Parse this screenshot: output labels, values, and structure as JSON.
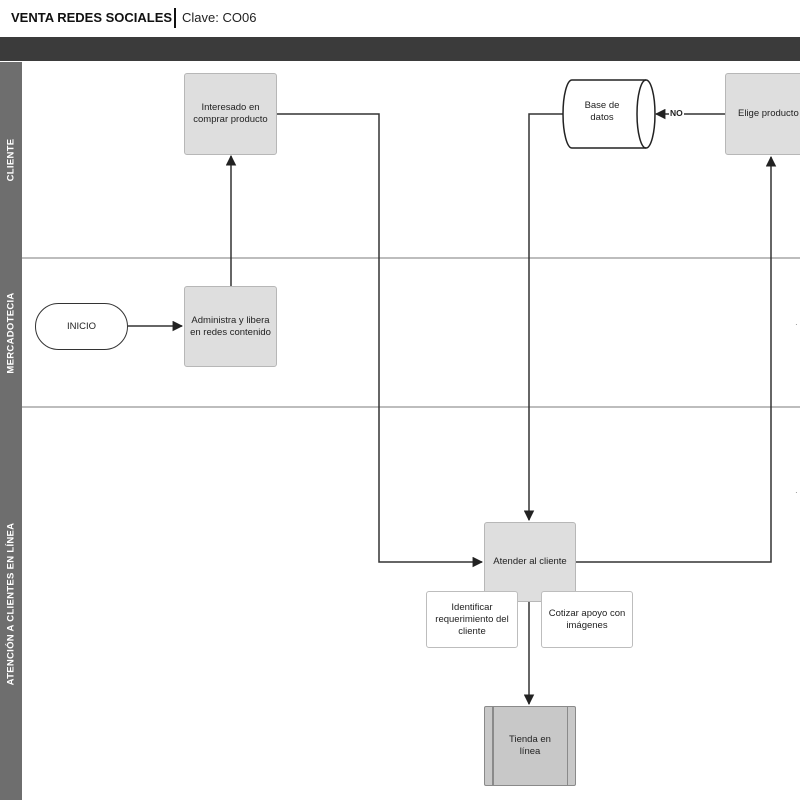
{
  "header": {
    "title": "VENTA REDES SOCIALES",
    "code": "Clave: CO06"
  },
  "lanes": {
    "cliente": "CLIENTE",
    "mercadotecnia": "MERCADOTECIA",
    "atencion": "ATENCIÓN A CLIENTES EN LÍNEA"
  },
  "nodes": {
    "interesado": "Interesado en comprar producto",
    "base_datos": "Base de datos",
    "elige": "Elige producto",
    "inicio": "INICIO",
    "administra": "Administra y libera en redes contenido",
    "atender": "Atender al cliente",
    "identificar": "Identificar requerimiento del cliente",
    "cotizar": "Cotizar apoyo con imágenes",
    "tienda": "Tienda en línea"
  },
  "edges": {
    "no_label": "NO"
  },
  "colors": {
    "topbar": "#3b3b3b",
    "lane_label_bg": "#6e6e6e",
    "process_fill": "#dedede",
    "store_fill": "#c8c8c8"
  }
}
